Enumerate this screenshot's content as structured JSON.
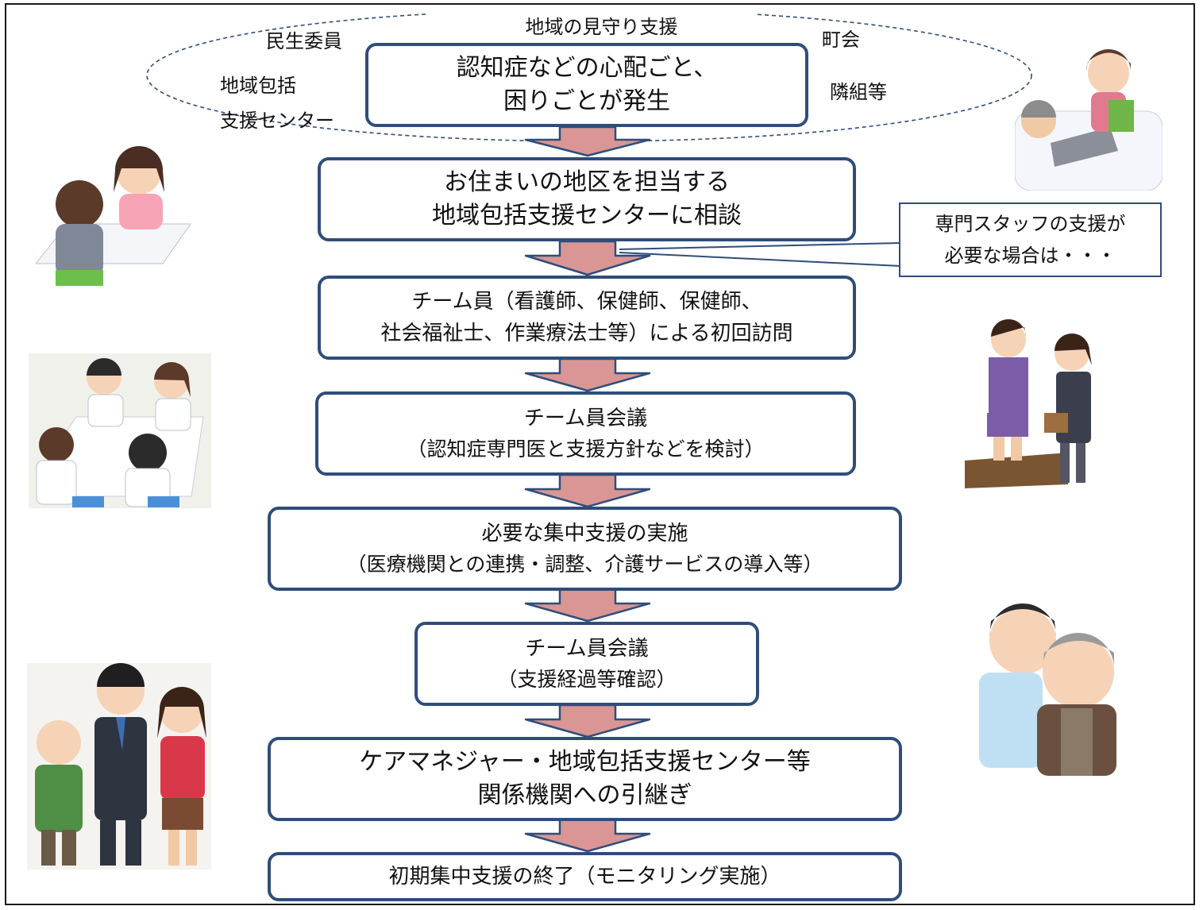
{
  "oval": {
    "top_label": "地域の見守り支援",
    "labels": [
      "民生委員",
      "地域包括",
      "支援センター",
      "町会",
      "隣組等"
    ]
  },
  "steps": [
    {
      "line1": "認知症などの心配ごと、",
      "line2": "困りごとが発生"
    },
    {
      "line1": "お住まいの地区を担当する",
      "line2": "地域包括支援センターに相談"
    },
    {
      "line1": "チーム員（看護師、保健師、保健師、",
      "line2": "社会福祉士、作業療法士等）による初回訪問"
    },
    {
      "line1": "チーム員会議",
      "line2": "（認知症専門医と支援方針などを検討）"
    },
    {
      "line1": "必要な集中支援の実施",
      "line2": "（医療機関との連携・調整、介護サービスの導入等）"
    },
    {
      "line1": "チーム員会議",
      "line2": "（支援経過等確認）"
    },
    {
      "line1": "ケアマネジャー・地域包括支援センター等",
      "line2": "関係機関への引継ぎ"
    },
    {
      "line1": "初期集中支援の終了（モニタリング実施）"
    }
  ],
  "callout": {
    "line1": "専門スタッフの支援が",
    "line2": "必要な場合は・・・"
  },
  "colors": {
    "box_border": "#2f4d7a",
    "arrow_fill": "#d99694",
    "arrow_stroke": "#2f4d7a"
  }
}
